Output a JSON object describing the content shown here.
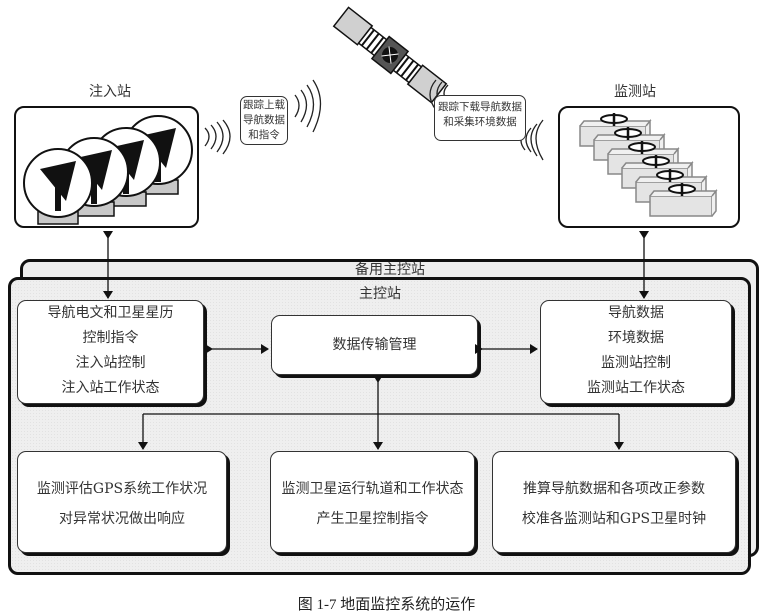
{
  "satellite": {
    "icon": "gps-satellite-icon"
  },
  "injection_station": {
    "label": "注入站",
    "icon": "satellite-dish-antennas-icon",
    "antenna_count": 4
  },
  "monitor_station": {
    "label": "监测站",
    "icon": "monitoring-receiver-units-icon",
    "unit_count": 6
  },
  "uplink_bubble": {
    "lines": [
      "跟踪上载",
      "导航数据",
      "和指令"
    ]
  },
  "downlink_bubble": {
    "lines": [
      "跟踪下载导航数据",
      "和采集环境数据"
    ]
  },
  "backup_master_station": {
    "label": "备用主控站"
  },
  "master_station": {
    "label": "主控站",
    "left_box": {
      "lines": [
        "导航电文和卫星星历",
        "控制指令",
        "注入站控制",
        "注入站工作状态"
      ]
    },
    "center_box": {
      "lines": [
        "数据传输管理"
      ]
    },
    "right_box": {
      "lines": [
        "导航数据",
        "环境数据",
        "监测站控制",
        "监测站工作状态"
      ]
    },
    "bottom_boxes": [
      {
        "lines": [
          "监测评估GPS系统工作状况",
          "对异常状况做出响应"
        ]
      },
      {
        "lines": [
          "监测卫星运行轨道和工作状态",
          "产生卫星控制指令"
        ]
      },
      {
        "lines": [
          "推算导航数据和各项改正参数",
          "校准各监测站和GPS卫星时钟"
        ]
      }
    ]
  },
  "caption": "图 1-7    地面监控系统的运作"
}
